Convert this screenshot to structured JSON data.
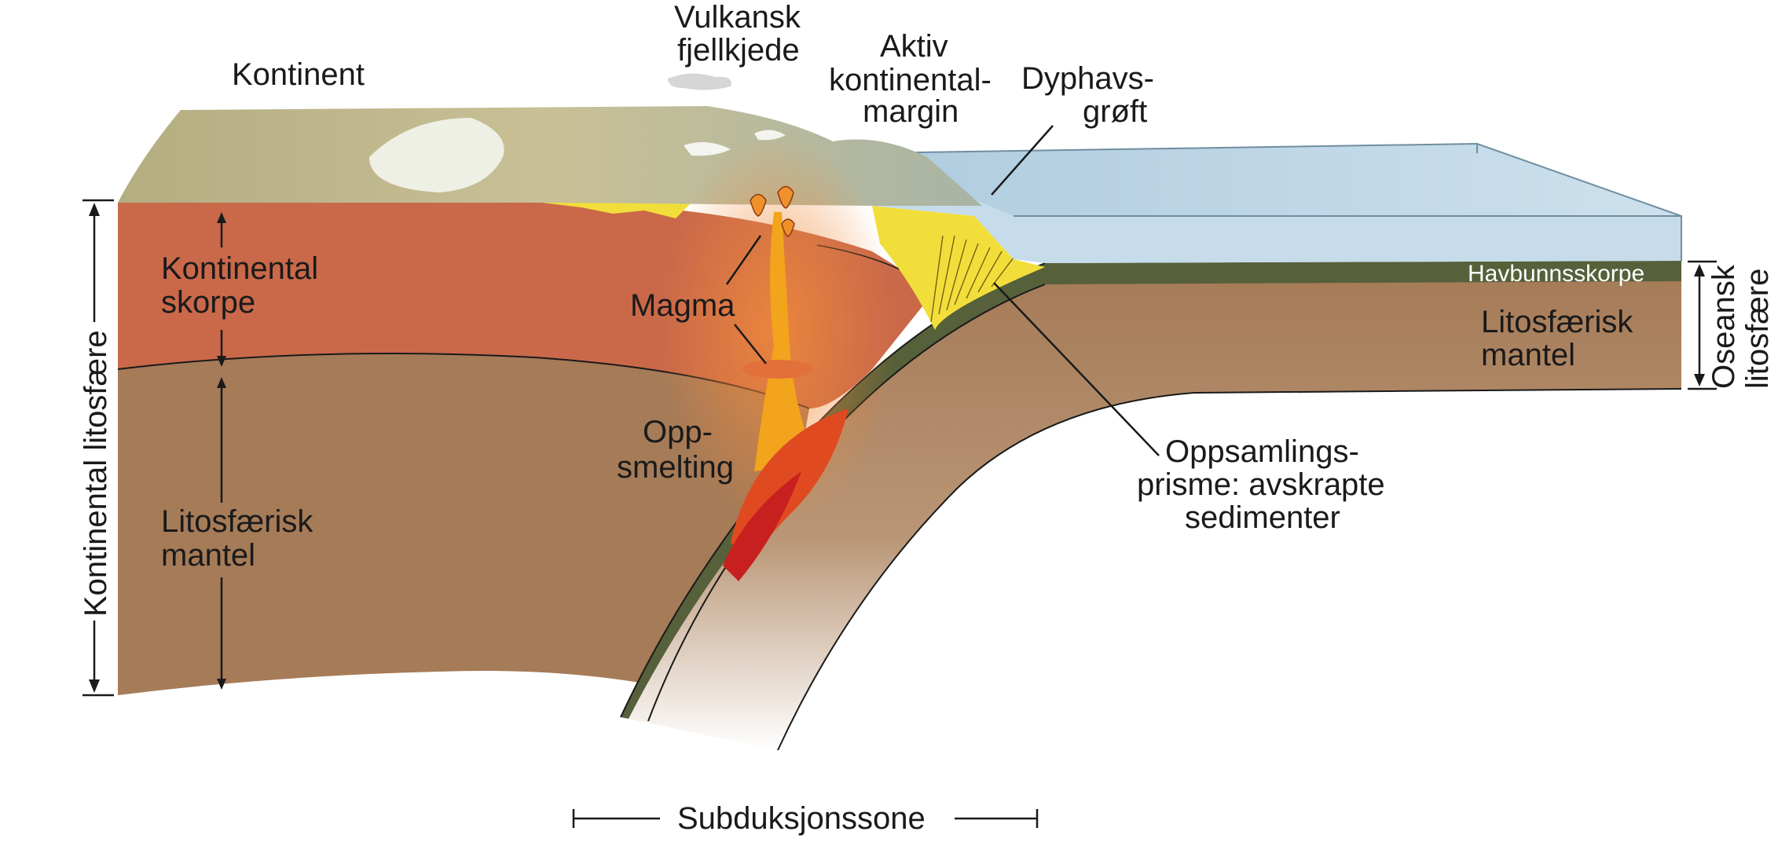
{
  "labels": {
    "kontinent": "Kontinent",
    "vulkansk_1": "Vulkansk",
    "vulkansk_2": "fjellkjede",
    "aktiv_1": "Aktiv",
    "aktiv_2": "kontinental-",
    "aktiv_3": "margin",
    "dyphavs_1": "Dyphavs-",
    "dyphavs_2": "grøft",
    "kontinental_skorpe_1": "Kontinental",
    "kontinental_skorpe_2": "skorpe",
    "magma": "Magma",
    "oppsmelting_1": "Opp-",
    "oppsmelting_2": "smelting",
    "litosf_mantel_left_1": "Litosfærisk",
    "litosf_mantel_left_2": "mantel",
    "kontinental_litosfaere": "Kontinental litosfære",
    "havbunnsskorpe": "Havbunnsskorpe",
    "litosf_mantel_right_1": "Litosfærisk",
    "litosf_mantel_right_2": "mantel",
    "oseansk_1": "Oseansk",
    "oseansk_2": "litosfære",
    "oppsamling_1": "Oppsamlings-",
    "oppsamling_2": "prisme: avskrapte",
    "oppsamling_3": "sedimenter",
    "subduksjonssone": "Subduksjonssone"
  },
  "colors": {
    "crust": "#c9694a",
    "mantle": "#a67b58",
    "ocean_crust": "#56603a",
    "water": "#bcd6e6",
    "sediment": "#f2de3a",
    "magma": "#f2a41c",
    "melt": "#c8201f",
    "land": "#bdb68a"
  }
}
